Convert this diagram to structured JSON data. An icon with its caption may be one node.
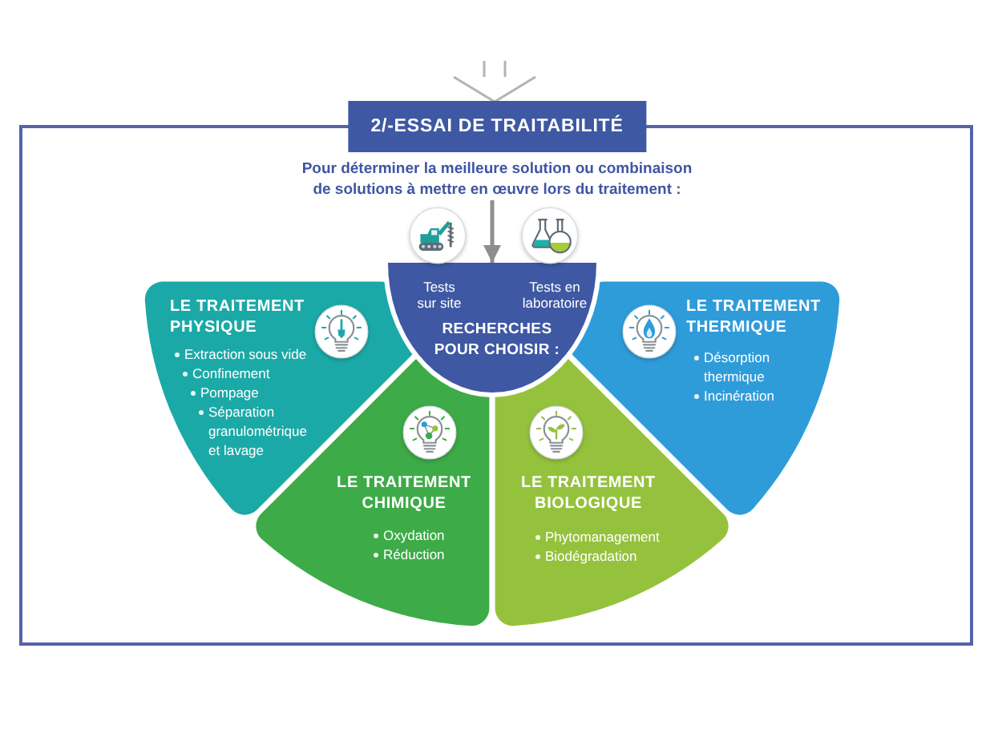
{
  "diagram": {
    "title": "2/-ESSAI DE TRAITABILITÉ",
    "nodes": [
      {
        "text": [
          "Pour déterminer la meilleure solution ou combinaison de solutions à mettre en œuvre lors du traitement :"
        ]
      },
      {
        "text": [
          "Tests sur site",
          "Tests en laboratoire",
          "RECHERCHES POUR CHOISIR :"
        ]
      },
      {
        "text": [
          "LE TRAITEMENT PHYSIQUE",
          "Extraction sous vide",
          "Confinement",
          "Pompage",
          "Séparation granulométrique et lavage"
        ]
      },
      {
        "text": [
          "LE TRAITEMENT CHIMIQUE",
          "Oxydation",
          "Réduction"
        ]
      },
      {
        "text": [
          "LE TRAITEMENT BIOLOGIQUE",
          "Phytomanagement",
          "Biodégradation"
        ]
      },
      {
        "text": [
          "LE TRAITEMENT THERMIQUE",
          "Désorption thermique",
          "Incinération"
        ]
      }
    ],
    "edges": [
      {
        "from": 0,
        "to": 1,
        "arrow": "to"
      }
    ]
  }
}
